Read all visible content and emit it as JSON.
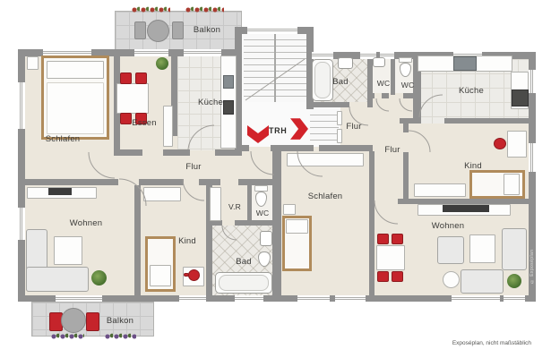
{
  "labels": {
    "balkon_top": "Balkon",
    "schlafen_left": "Schlafen",
    "essen": "Essen",
    "kueche_left": "Küche",
    "flur_left": "Flur",
    "trh": "TRH",
    "bad_right": "Bad",
    "wc_right_1": "WC",
    "wc_right_2": "WC",
    "kueche_right": "Küche",
    "flur_right_upper": "Flur",
    "flur_right_lower": "Flur",
    "kind_right": "Kind",
    "schlafen_right": "Schlafen",
    "wohnen_right": "Wohnen",
    "wohnen_left": "Wohnen",
    "kind_left": "Kind",
    "vr_left": "V.R",
    "wc_left": "WC",
    "bad_left": "Bad",
    "balkon_bottom": "Balkon"
  },
  "footer": {
    "disclaimer": "Exposéplan, nicht maßstäblich"
  },
  "watermark": "© Exposéplan",
  "icons": {
    "stair_down": "arrow-down-icon",
    "stair_exit": "arrow-right-icon"
  },
  "colors": {
    "wall": "#8f8f8f",
    "floor": "#ece7dc",
    "accent_red": "#c5242b",
    "kitchen_tile": "#edece8",
    "bath_tile": "#eceae5",
    "balcony_tile": "#d9d9d9",
    "wood": "#b08b5b",
    "plant_green": "#46702e",
    "label_text": "#3b3b39"
  }
}
